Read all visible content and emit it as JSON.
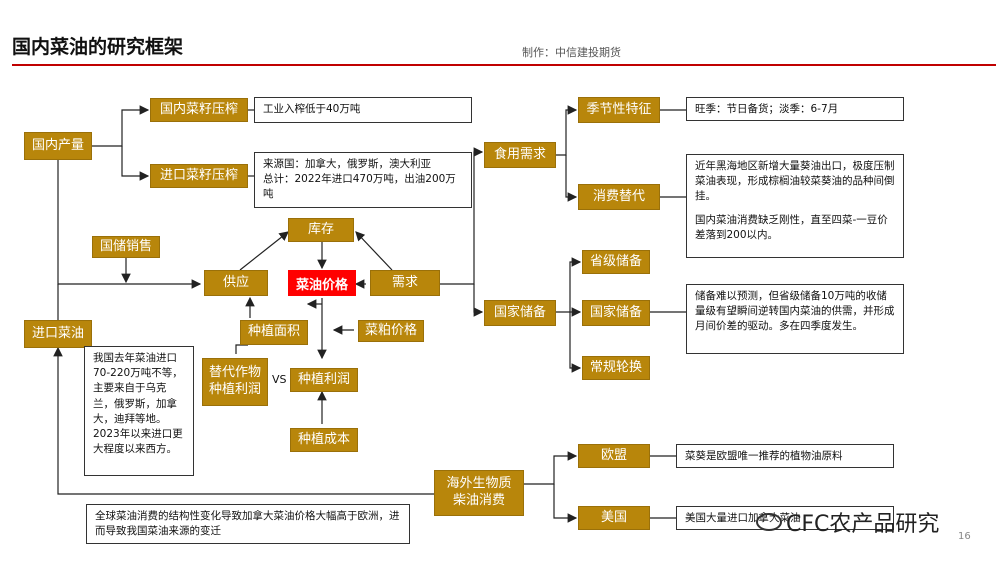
{
  "header": {
    "title": "国内菜油的研究框架",
    "maker": "制作：中信建投期货"
  },
  "nodes": {
    "domestic_output": "国内产量",
    "domestic_crush": "国内菜籽压榨",
    "import_crush": "进口菜籽压榨",
    "import_oil": "进口菜油",
    "reserve_sales": "国储销售",
    "supply": "供应",
    "inventory": "库存",
    "price": "菜油价格",
    "demand": "需求",
    "area": "种植面积",
    "meal_price": "菜粕价格",
    "alt_profit": "替代作物\n种植利润",
    "vs": "VS",
    "plant_profit": "种植利润",
    "plant_cost": "种植成本",
    "food_demand": "食用需求",
    "seasonal": "季节性特征",
    "substitution": "消费替代",
    "state_reserve": "国家储备",
    "provincial": "省级储备",
    "national": "国家储备",
    "rotation": "常规轮换",
    "biofuel": "海外生物质\n柴油消费",
    "eu": "欧盟",
    "us": "美国"
  },
  "notes": {
    "crush_note": "工业入榨低于40万吨",
    "import_crush_note": "来源国：加拿大，俄罗斯，澳大利亚\n总计：2022年进口470万吨，出油200万吨",
    "seasonal_note": "旺季：节日备货；淡季：6-7月",
    "substitution_note_1": "近年黑海地区新增大量葵油出口，极度压制菜油表现，形成棕榈油较菜葵油的品种间倒挂。",
    "substitution_note_2": "国内菜油消费缺乏刚性，直至四菜-一豆价差落到200以内。",
    "reserve_note": "储备难以预测，但省级储备10万吨的收储量级有望瞬间逆转国内菜油的供需，并形成月间价差的驱动。多在四季度发生。",
    "import_oil_note": "我国去年菜油进口70-220万吨不等，主要来自于乌克兰，俄罗斯，加拿大，迪拜等地。2023年以来进口更大程度以来西方。",
    "global_note": "全球菜油消费的结构性变化导致加拿大菜油价格大幅高于欧洲，进而导致我国菜油来源的变迁",
    "eu_note": "菜葵是欧盟唯一推荐的植物油原料",
    "us_note": "美国大量进口加拿大菜油"
  },
  "footer": {
    "watermark": "CFC农产品研究",
    "page_number": "16"
  },
  "colors": {
    "accent": "#c00000",
    "node": "#b8860b",
    "price_node": "#ff0000"
  }
}
